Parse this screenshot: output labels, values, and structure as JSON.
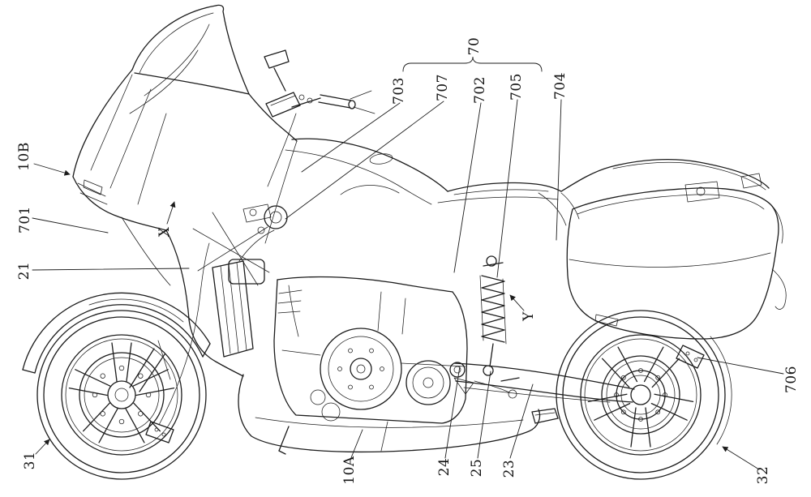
{
  "figure": {
    "background_color": "#ffffff",
    "line_color": "#1c1c1c"
  },
  "labels": [
    {
      "text": "10B"
    },
    {
      "text": "701"
    },
    {
      "text": "21"
    },
    {
      "text": "X"
    },
    {
      "text": "31"
    },
    {
      "text": "70"
    },
    {
      "text": "703"
    },
    {
      "text": "707"
    },
    {
      "text": "702"
    },
    {
      "text": "705"
    },
    {
      "text": "704"
    },
    {
      "text": "Y"
    },
    {
      "text": "706"
    },
    {
      "text": "10A"
    },
    {
      "text": "24"
    },
    {
      "text": "25"
    },
    {
      "text": "23"
    },
    {
      "text": "32"
    }
  ]
}
